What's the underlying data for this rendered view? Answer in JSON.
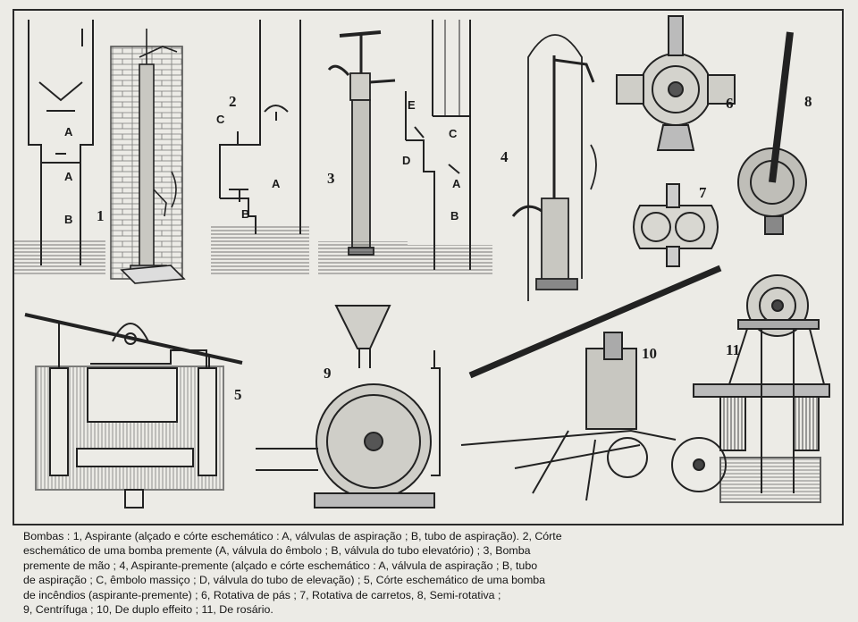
{
  "figure_numbers": [
    "1",
    "2",
    "3",
    "4",
    "5",
    "6",
    "7",
    "8",
    "9",
    "10",
    "11"
  ],
  "part_letters": {
    "fig1": [
      "A",
      "A",
      "B"
    ],
    "fig2": [
      "C",
      "A",
      "B"
    ],
    "fig4": [
      "E",
      "C",
      "D",
      "A",
      "B"
    ]
  },
  "caption": {
    "lines": [
      "Bombas : 1, Aspirante (alçado e córte eschemático : A, válvulas de aspiração ; B, tubo de aspiração). 2, Córte",
      "eschemático de uma bomba premente (A, válvula do êmbolo ; B, válvula do tubo elevatório) ; 3, Bomba",
      "premente de mão ; 4, Aspirante-premente (alçado e córte eschemático : A, válvula de aspiração ; B, tubo",
      "de aspiração ; C, êmbolo massiço ; D, válvula do tubo de elevação) ; 5, Córte eschemático de uma bomba",
      "de incêndios (aspirante-premente) ; 6, Rotativa de pás ; 7, Rotativa de carretos, 8, Semi-rotativa ;",
      "9, Centrífuga ; 10, De duplo effeito ; 11, De rosário."
    ]
  }
}
